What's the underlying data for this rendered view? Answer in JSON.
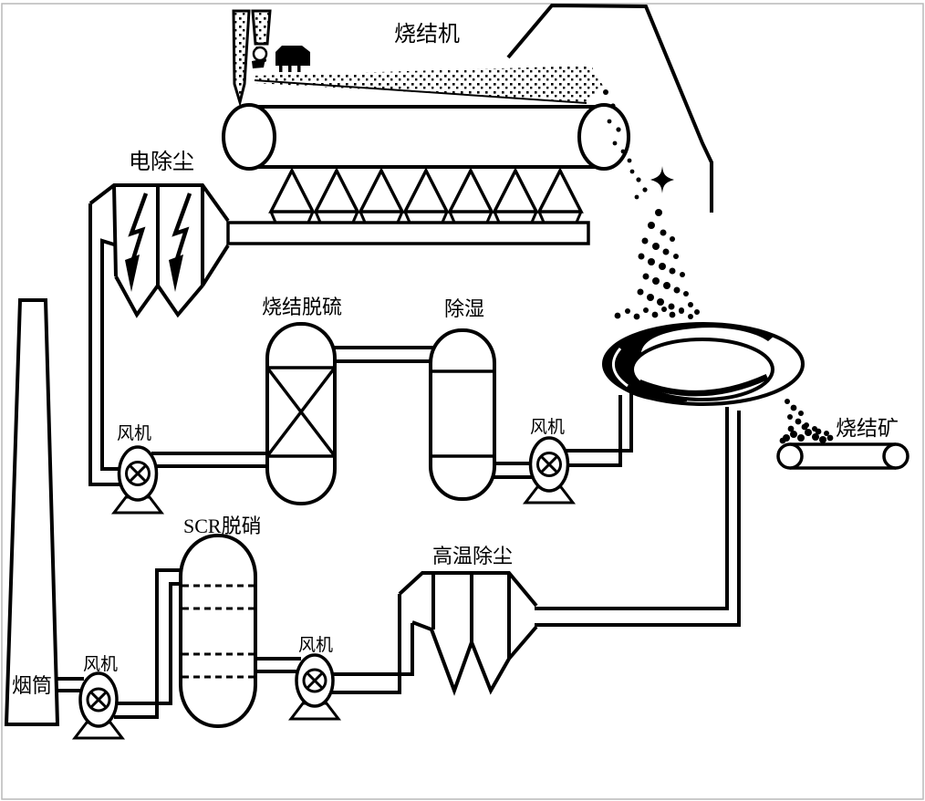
{
  "diagram": {
    "type": "sintering-flue-gas-process-flow",
    "labels": {
      "sintering_machine": "烧结机",
      "esp": "电除尘",
      "desulfurization": "烧结脱硫",
      "dehumidification": "除湿",
      "scr": "SCR脱硝",
      "high_temp_dust": "高温除尘",
      "chimney": "烟筒",
      "sinter_ore": "烧结矿"
    },
    "fans": [
      "风机",
      "风机",
      "风机",
      "风机"
    ],
    "colors": {
      "line": "#000000",
      "background": "#ffffff"
    }
  }
}
